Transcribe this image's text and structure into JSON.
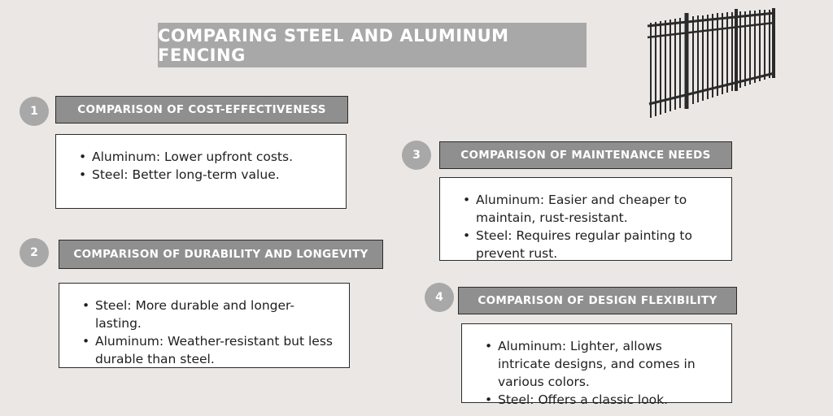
{
  "title": "Comparing Steel and Aluminum Fencing",
  "sections": [
    {
      "number": "1",
      "heading": "Comparison of Cost-Effectiveness",
      "bullets": [
        "Aluminum: Lower upfront costs.",
        "Steel: Better long-term value."
      ]
    },
    {
      "number": "2",
      "heading": "Comparison of Durability and Longevity",
      "bullets": [
        "Steel: More durable and longer-lasting.",
        "Aluminum: Weather-resistant but less durable than steel."
      ]
    },
    {
      "number": "3",
      "heading": "Comparison of Maintenance Needs",
      "bullets": [
        "Aluminum: Easier and cheaper to maintain, rust-resistant.",
        "Steel: Requires regular painting to prevent rust."
      ]
    },
    {
      "number": "4",
      "heading": "Comparison of Design Flexibility",
      "bullets": [
        "Aluminum: Lighter, allows intricate designs, and comes in various colors.",
        "Steel: Offers a classic look."
      ]
    }
  ],
  "colors": {
    "background": "#ebe7e5",
    "title_bar": "#a8a8a8",
    "header_fill": "#8f8f8f",
    "circle_fill": "#a8a8a8",
    "fence": "#2a2a2a"
  },
  "icons": {
    "fence_image": "metal-fence-panel-icon"
  }
}
